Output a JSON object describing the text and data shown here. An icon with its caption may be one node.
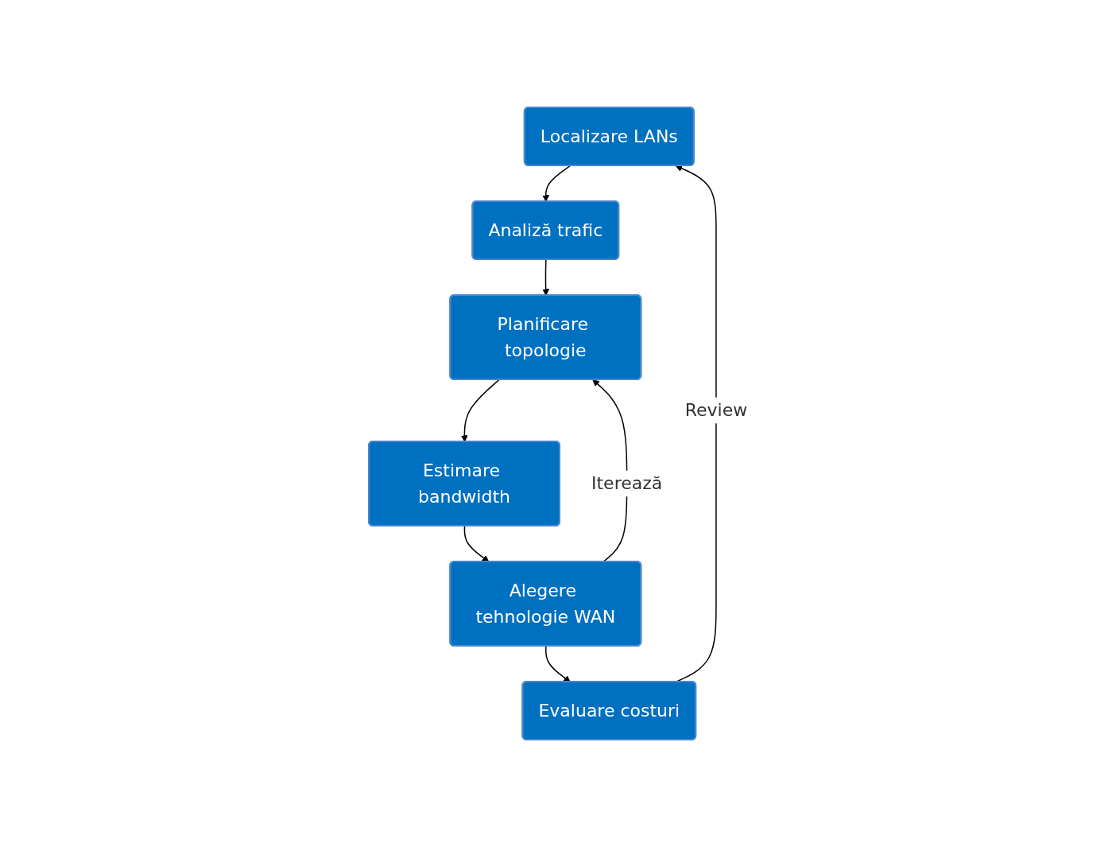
{
  "diagram": {
    "nodes": [
      {
        "text": [
          "Localizare LANs"
        ]
      },
      {
        "text": [
          "Analiză trafic"
        ]
      },
      {
        "text": [
          "Planificare topologie"
        ]
      },
      {
        "text": [
          "Estimare bandwidth"
        ]
      },
      {
        "text": [
          "Alegere tehnologie WAN"
        ]
      },
      {
        "text": [
          "Evaluare costuri"
        ]
      }
    ],
    "edges": [
      {
        "from": 0,
        "to": 1,
        "arrow": "to"
      },
      {
        "from": 1,
        "to": 2,
        "arrow": "to"
      },
      {
        "from": 2,
        "to": 3,
        "arrow": "to"
      },
      {
        "from": 3,
        "to": 4,
        "arrow": "to"
      },
      {
        "from": 4,
        "to": 5,
        "arrow": "to"
      },
      {
        "from": 4,
        "to": 2,
        "arrow": "to",
        "label": "Iterează"
      },
      {
        "from": 5,
        "to": 0,
        "arrow": "to",
        "label": "Review"
      }
    ]
  }
}
